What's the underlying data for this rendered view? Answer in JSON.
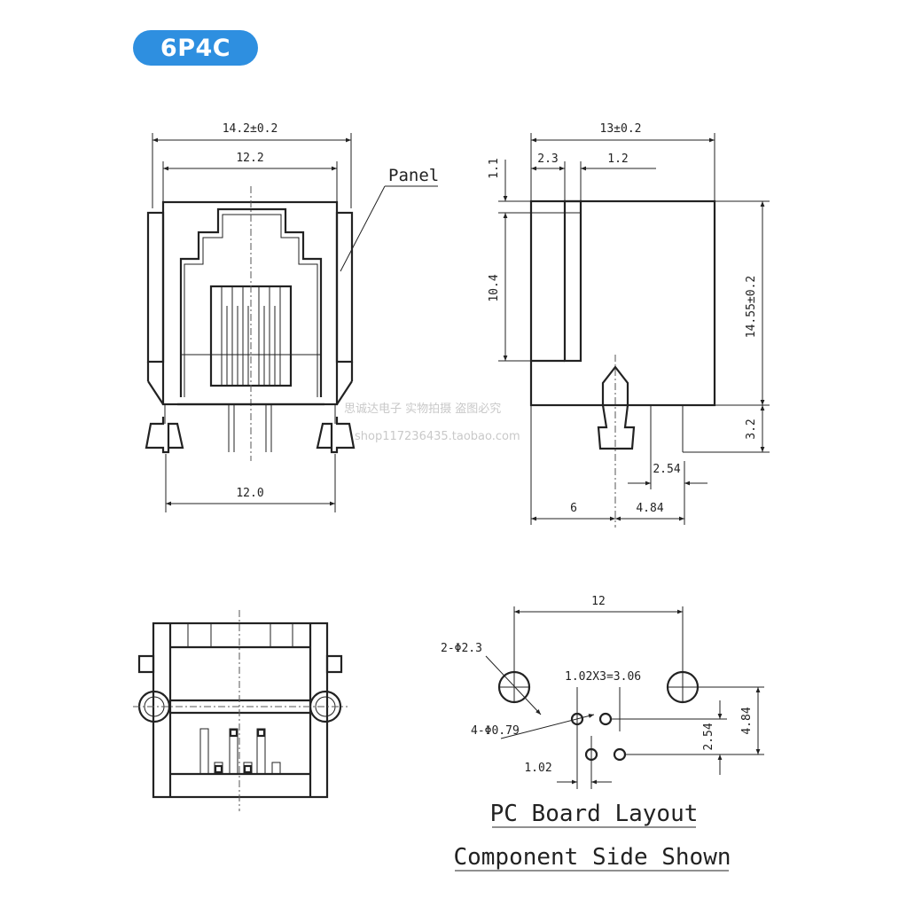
{
  "badge": {
    "label": "6P4C",
    "color": "#2e8fe0"
  },
  "front_view": {
    "dim_top_outer": "14.2±0.2",
    "dim_top_inner": "12.2",
    "dim_bottom": "12.0",
    "panel_label": "Panel"
  },
  "side_view": {
    "dim_top": "13±0.2",
    "dim_left_small": "2.3",
    "dim_right_small": "1.2",
    "dim_vert_small": "1.1",
    "dim_vert_mid": "10.4",
    "dim_height": "14.55±0.2",
    "dim_pin_len": "3.2",
    "dim_pin_pitch": "2.54",
    "dim_bottom_left": "6",
    "dim_bottom_right": "4.84"
  },
  "pcb_layout": {
    "dim_top": "12",
    "hole_large": "2-Φ2.3",
    "pitch_note": "1.02X3=3.06",
    "hole_small": "4-Φ0.79",
    "dim_254": "2.54",
    "dim_484": "4.84",
    "dim_102": "1.02",
    "title1": "PC Board Layout",
    "title2": "Component Side Shown"
  },
  "watermark": {
    "line1": "思诚达电子 实物拍摄 盗图必究",
    "line2": "shop117236435.taobao.com"
  }
}
